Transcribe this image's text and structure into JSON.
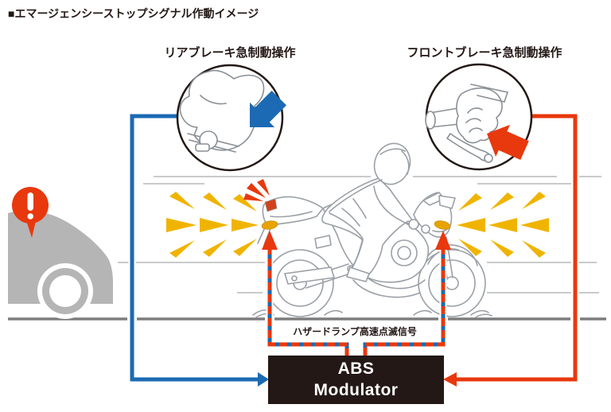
{
  "title": "■エマージェンシーストップシグナル作動イメージ",
  "callouts": {
    "rear": {
      "label": "リアブレーキ急制動操作"
    },
    "front": {
      "label": "フロントブレーキ急制動操作"
    }
  },
  "signal_label": "ハザードランプ高速点滅信号",
  "abs_box": {
    "line1": "ABS",
    "line2": "Modulator"
  },
  "warning_icon_glyph": "!",
  "icons": {
    "warning": "exclamation-balloon-icon",
    "rear_input": "blue-press-arrow-icon",
    "front_input": "red-press-arrow-icon",
    "hazard_flash": "yellow-flash-rays-icon"
  },
  "colors": {
    "blue": "#1b6ab3",
    "red": "#e8380d",
    "flash_yellow": "#f0b400",
    "signal_amber": "#e8a300",
    "car_gray": "#b5b5b6",
    "ground_gray": "#7d7d7d",
    "speed_line_gray": "#c9caca",
    "art_gray": "#9aa0a6",
    "box_black": "#231815",
    "text_black": "#231815"
  }
}
